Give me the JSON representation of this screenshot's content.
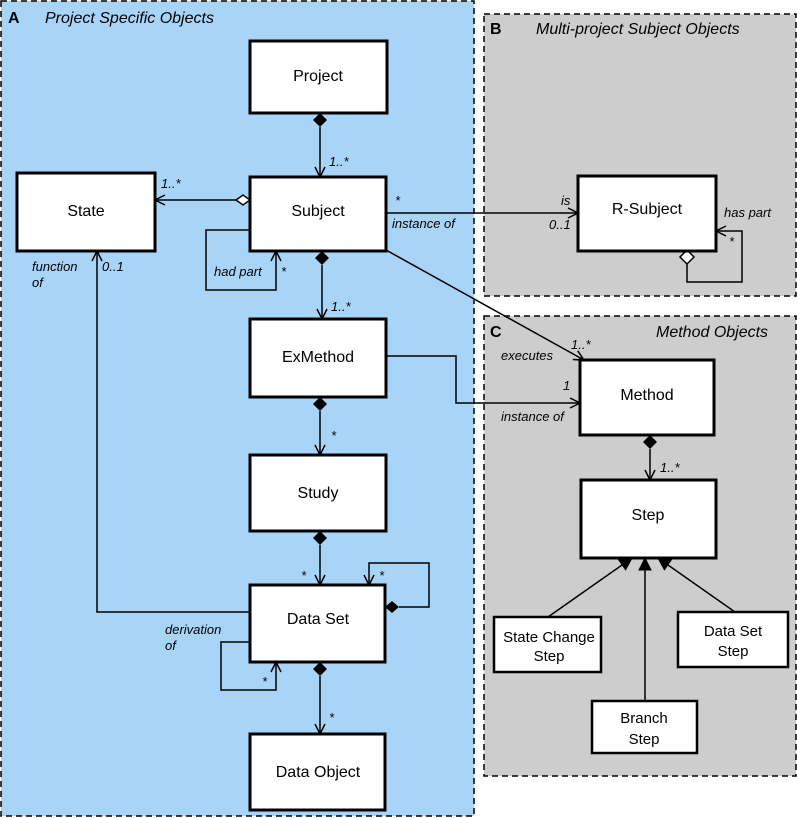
{
  "panels": {
    "a": {
      "letter": "A",
      "title": "Project Specific Objects",
      "color": "#a8d4f8"
    },
    "b": {
      "letter": "B",
      "title": "Multi-project Subject Objects",
      "color": "#cdcdcd"
    },
    "c": {
      "letter": "C",
      "title": "Method Objects",
      "color": "#cdcdcd"
    }
  },
  "nodes": {
    "project": "Project",
    "state": "State",
    "subject": "Subject",
    "exmethod": "ExMethod",
    "study": "Study",
    "dataset": "Data Set",
    "dataobject": "Data Object",
    "rsubject": "R-Subject",
    "method": "Method",
    "step": "Step",
    "statechange": [
      "State Change",
      "Step"
    ],
    "datasetstep": [
      "Data Set",
      "Step"
    ],
    "branch": [
      "Branch",
      "Step"
    ]
  },
  "labels": {
    "project_subject_mult": "1..*",
    "state_mult": "1..*",
    "function_of": [
      "function",
      "of"
    ],
    "state_zero_one": "0..1",
    "had_part": "had part",
    "had_part_mult": "*",
    "subject_exmethod_mult": "1..*",
    "subject_star": "*",
    "instance_of_1": "instance of",
    "is": "is",
    "rsub_zero_one": "0..1",
    "has_part": "has part",
    "has_part_mult": "*",
    "executes": "executes",
    "executes_mult": "1..*",
    "method_one": "1",
    "instance_of_2": "instance of",
    "exmethod_study_mult": "*",
    "study_dataset_mult": "*",
    "dataset_self_mult": "*",
    "derivation_of": [
      "derivation",
      "of"
    ],
    "derivation_mult": "*",
    "dataset_object_mult": "*",
    "method_step_mult": "1..*"
  }
}
